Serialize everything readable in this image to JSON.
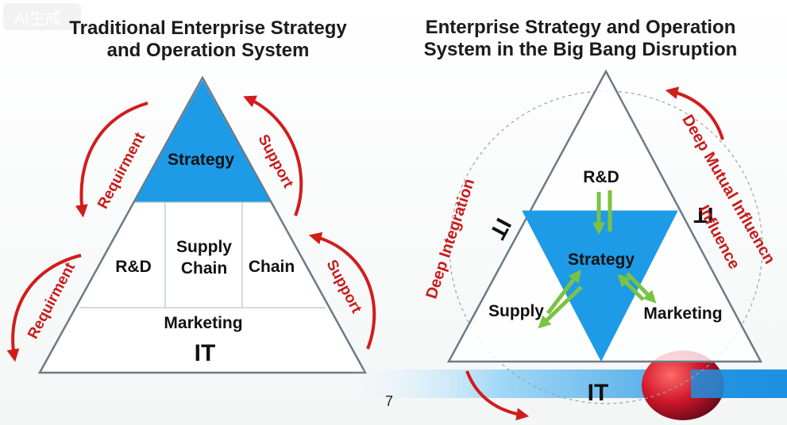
{
  "watermark": "AI生成",
  "page_number": "7",
  "left": {
    "title_line1": "Traditional Enterprise Strategy",
    "title_line2": "and Operation System",
    "strategy": "Strategy",
    "rd": "R&D",
    "supply_chain_line1": "Supply",
    "supply_chain_line2": "Chain",
    "chain": "Chain",
    "marketing": "Marketing",
    "it": "IT",
    "requirement_upper": "Requirment",
    "requirement_lower": "Requirment",
    "support_upper": "Support",
    "support_lower": "Support"
  },
  "right": {
    "title_line1": "Enterprise Strategy and Operation",
    "title_line2": "System in the Big Bang Disruption",
    "rd": "R&D",
    "strategy": "Strategy",
    "supply": "Supply",
    "marketing": "Marketing",
    "it_bottom": "IT",
    "it_left": "IT",
    "it_right": "IT",
    "deep_integration": "Deep Integration",
    "deep_mutual": "Deep Mutual Influencn",
    "influence": "Influence"
  },
  "colors": {
    "strategy_blue": "#1e9be6",
    "arrow_red": "#d11c1c",
    "arrow_green": "#7cc242",
    "outline": "#6d7a86"
  }
}
